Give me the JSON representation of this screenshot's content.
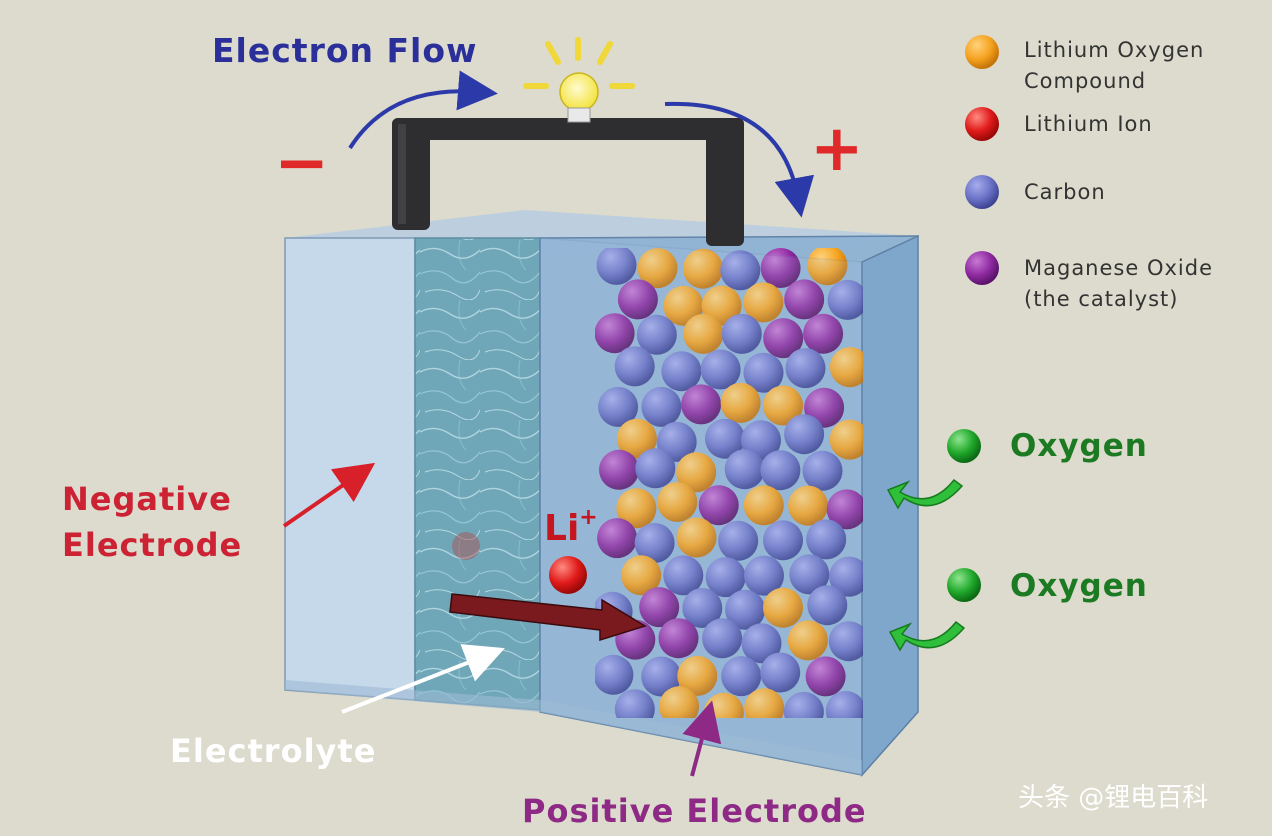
{
  "labels": {
    "electron_flow": "Electron Flow",
    "minus": "−",
    "plus": "+",
    "negative_electrode_line1": "Negative",
    "negative_electrode_line2": "Electrode",
    "electrolyte": "Electrolyte",
    "positive_electrode": "Positive Electrode",
    "li_ion": "Li",
    "li_sup": "+",
    "oxygen_1": "Oxygen",
    "oxygen_2": "Oxygen"
  },
  "legend": [
    {
      "line1": "Lithium Oxygen",
      "line2": "Compound",
      "color": "#f5a21f"
    },
    {
      "line1": "Lithium Ion",
      "line2": "",
      "color": "#e01a1a"
    },
    {
      "line1": "Carbon",
      "line2": "",
      "color": "#6a72c6"
    },
    {
      "line1": "Maganese Oxide",
      "line2": "(the catalyst)",
      "color": "#8e2aa0"
    }
  ],
  "watermark": "头条 @锂电百科",
  "colors": {
    "lithium_oxygen": "#f5a21f",
    "lithium_ion": "#e01a1a",
    "carbon": "#6a72c6",
    "manganese_oxide": "#8e2aa0",
    "oxygen": "#1fa82a",
    "electron_flow_text": "#2b2f9a",
    "negative_text": "#cc2233",
    "positive_text": "#8e2a86"
  }
}
